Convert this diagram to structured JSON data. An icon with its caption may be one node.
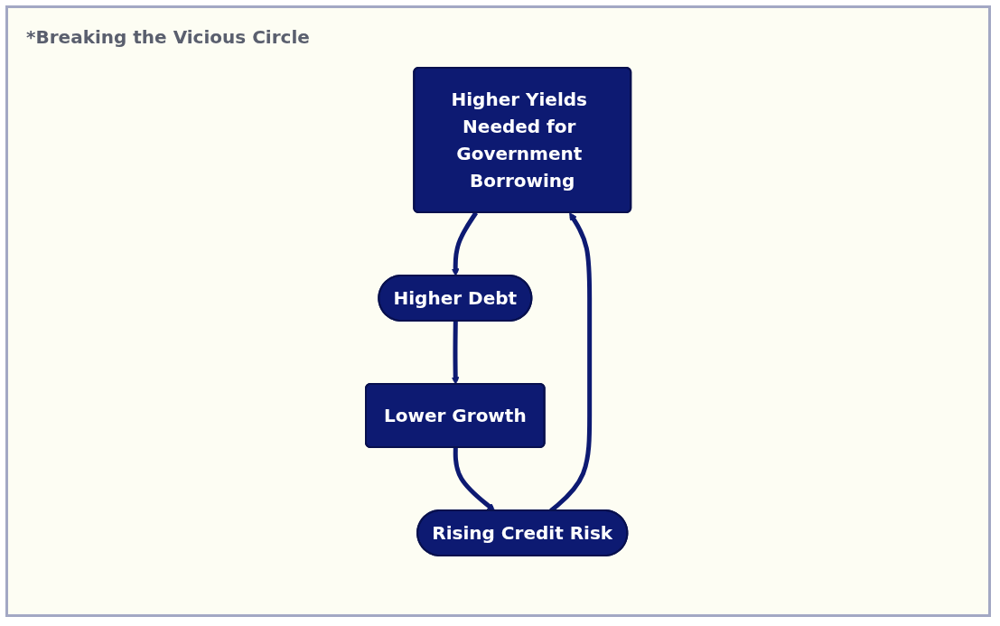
{
  "diagram": {
    "nodes": [
      {
        "text": [
          "Higher Yields Needed for Government Borrowing"
        ]
      },
      {
        "text": [
          "Higher Debt"
        ]
      },
      {
        "text": [
          "Lower Growth"
        ]
      },
      {
        "text": [
          "Rising Credit Risk"
        ]
      }
    ],
    "edges": [
      {
        "from": 0,
        "to": 1,
        "arrow": "to"
      },
      {
        "from": 1,
        "to": 2,
        "arrow": "to"
      },
      {
        "from": 2,
        "to": 3,
        "arrow": "to"
      },
      {
        "from": 3,
        "to": 0,
        "arrow": "to"
      }
    ],
    "labels": [
      "*Breaking the Vicious Circle"
    ]
  }
}
